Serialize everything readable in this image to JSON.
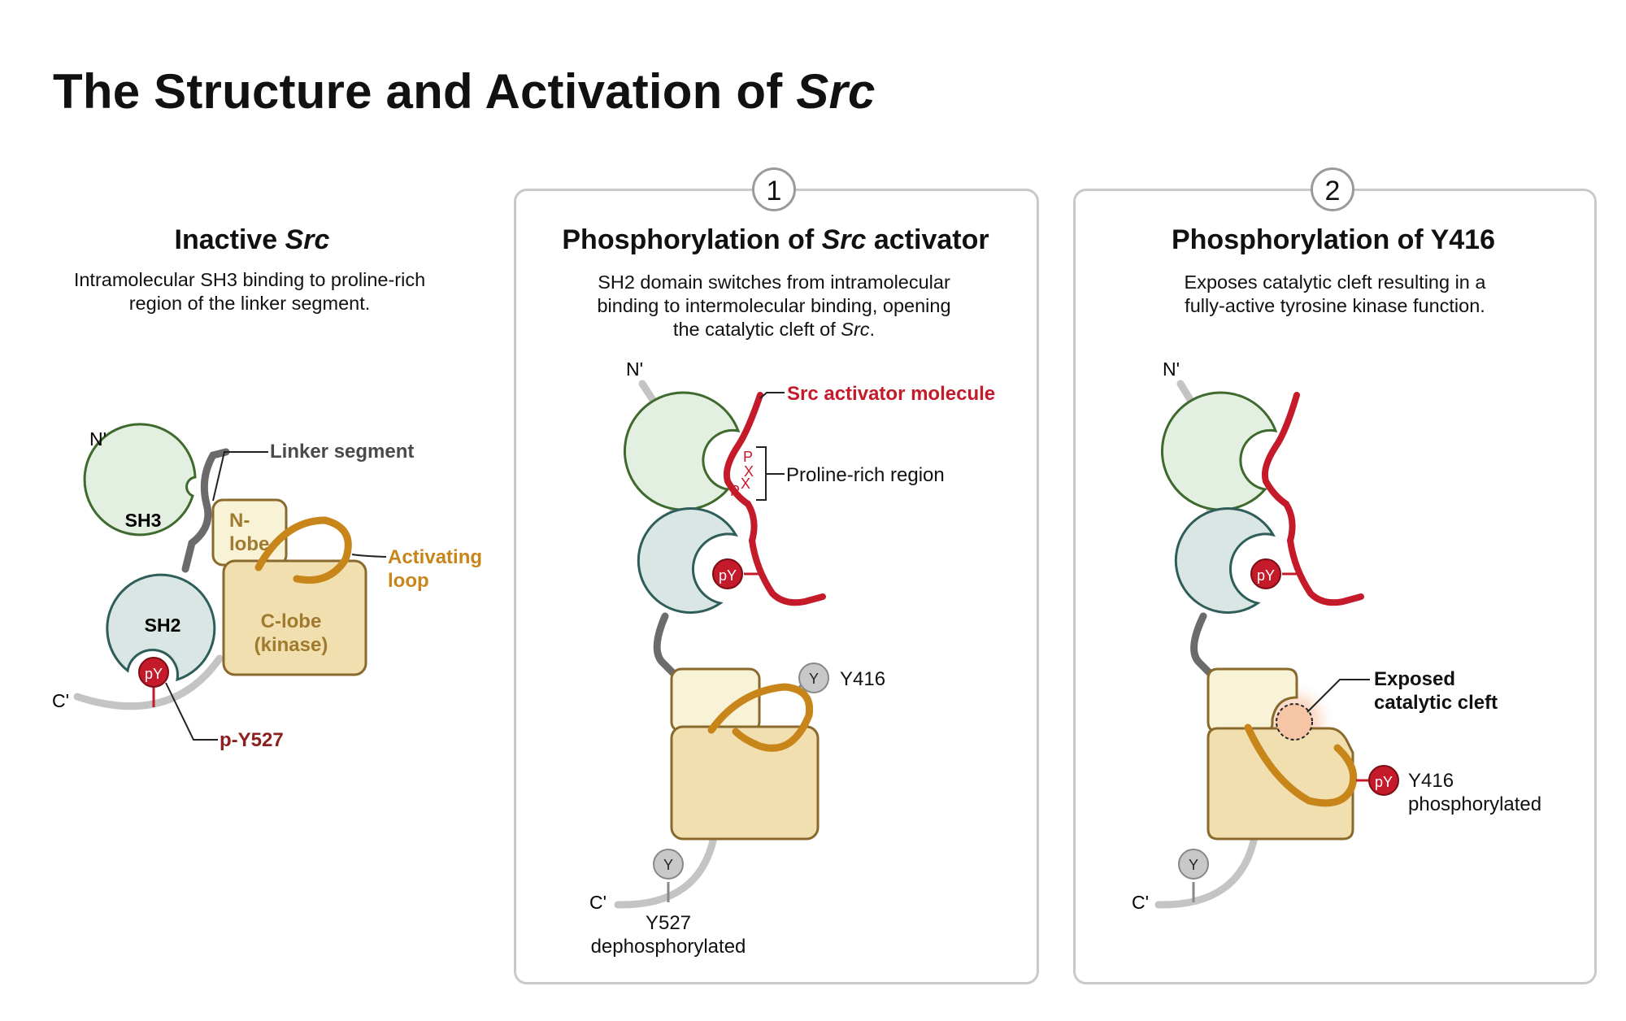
{
  "title": {
    "main": "The Structure and Activation of ",
    "italic": "Src"
  },
  "panels": [
    {
      "title_pre": "Inactive ",
      "title_italic": "Src",
      "title_post": "",
      "desc_line1": "Intramolecular SH3 binding to proline-rich",
      "desc_line2": "region of the linker segment.",
      "labels": {
        "n_term": "N'",
        "c_term": "C'",
        "sh3": "SH3",
        "sh2": "SH2",
        "n_lobe_1": "N-",
        "n_lobe_2": "lobe",
        "c_lobe_1": "C-lobe",
        "c_lobe_2": "(kinase)",
        "py": "pY",
        "linker": "Linker segment",
        "activating_1": "Activating",
        "activating_2": "loop",
        "py527": "p-Y527"
      }
    },
    {
      "step": "1",
      "title_pre": "Phosphorylation of ",
      "title_italic": "Src",
      "title_post": " activator",
      "desc_line1": "SH2 domain switches from intramolecular",
      "desc_line2": "binding to intermolecular binding, opening",
      "desc_line3_pre": "the catalytic cleft of ",
      "desc_line3_italic": "Src",
      "labels": {
        "n_term": "N'",
        "c_term": "C'",
        "py": "pY",
        "y": "Y",
        "activator": "Src activator molecule",
        "proline": "Proline-rich region",
        "p": "P",
        "x": "X",
        "y416": "Y416",
        "y527_1": "Y527",
        "y527_2": "dephosphorylated"
      }
    },
    {
      "step": "2",
      "title": "Phosphorylation of Y416",
      "desc_line1": "Exposes catalytic cleft resulting in a",
      "desc_line2": "fully-active tyrosine kinase function.",
      "labels": {
        "n_term": "N'",
        "c_term": "C'",
        "py": "pY",
        "y": "Y",
        "cleft_1": "Exposed",
        "cleft_2": "catalytic cleft",
        "y416_1": "Y416",
        "y416_2": "phosphorylated"
      }
    }
  ],
  "colors": {
    "sh3_fill": "#e3efe0",
    "sh3_stroke": "#3e6a2e",
    "sh2_fill": "#d9e6e4",
    "sh2_stroke": "#2f5e5a",
    "nlobe_fill": "#f8f2d6",
    "clobe_fill": "#f2dfb0",
    "lobe_stroke": "#8a6a2c",
    "loop": "#c8861a",
    "activator": "#c41a2a",
    "py_fill": "#c41a2a",
    "linker": "#6b6b6b",
    "tail": "#c4c4c4",
    "y_fill": "#c8c8c8",
    "label_dark_red": "#8a2020",
    "cleft": "#f6c5a6"
  }
}
